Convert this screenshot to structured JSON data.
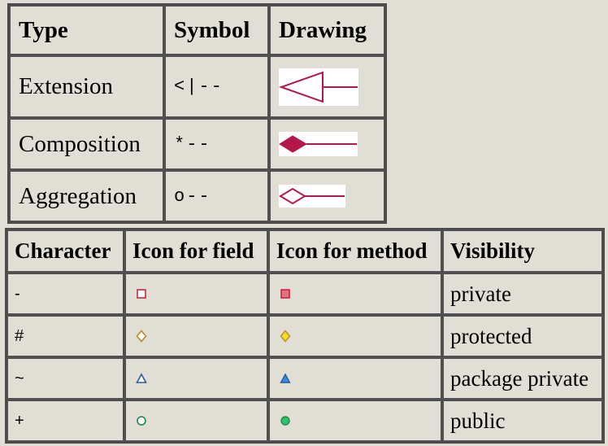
{
  "relations_table": {
    "headers": [
      "Type",
      "Symbol",
      "Drawing"
    ],
    "rows": [
      {
        "type": "Extension",
        "symbol": "<|--",
        "drawing_icon": "extension-arrow-icon"
      },
      {
        "type": "Composition",
        "symbol": "*--",
        "drawing_icon": "composition-arrow-icon"
      },
      {
        "type": "Aggregation",
        "symbol": "o--",
        "drawing_icon": "aggregation-arrow-icon"
      }
    ]
  },
  "visibility_table": {
    "headers": [
      "Character",
      "Icon for field",
      "Icon for method",
      "Visibility"
    ],
    "rows": [
      {
        "character": "-",
        "field_icon": "hollow-square-icon",
        "method_icon": "filled-square-icon",
        "visibility": "private"
      },
      {
        "character": "#",
        "field_icon": "hollow-diamond-icon",
        "method_icon": "filled-diamond-icon",
        "visibility": "protected"
      },
      {
        "character": "~",
        "field_icon": "hollow-triangle-icon",
        "method_icon": "filled-triangle-icon",
        "visibility": "package private"
      },
      {
        "character": "+",
        "field_icon": "hollow-circle-icon",
        "method_icon": "filled-circle-icon",
        "visibility": "public"
      }
    ]
  },
  "colors": {
    "background": "#e0ded5",
    "border": "#4a4a4a",
    "arrow": "#b5174a",
    "private": "#c8283c",
    "protected": "#b58a2a",
    "package_private": "#2a5aa0",
    "public": "#1a8a4a"
  }
}
